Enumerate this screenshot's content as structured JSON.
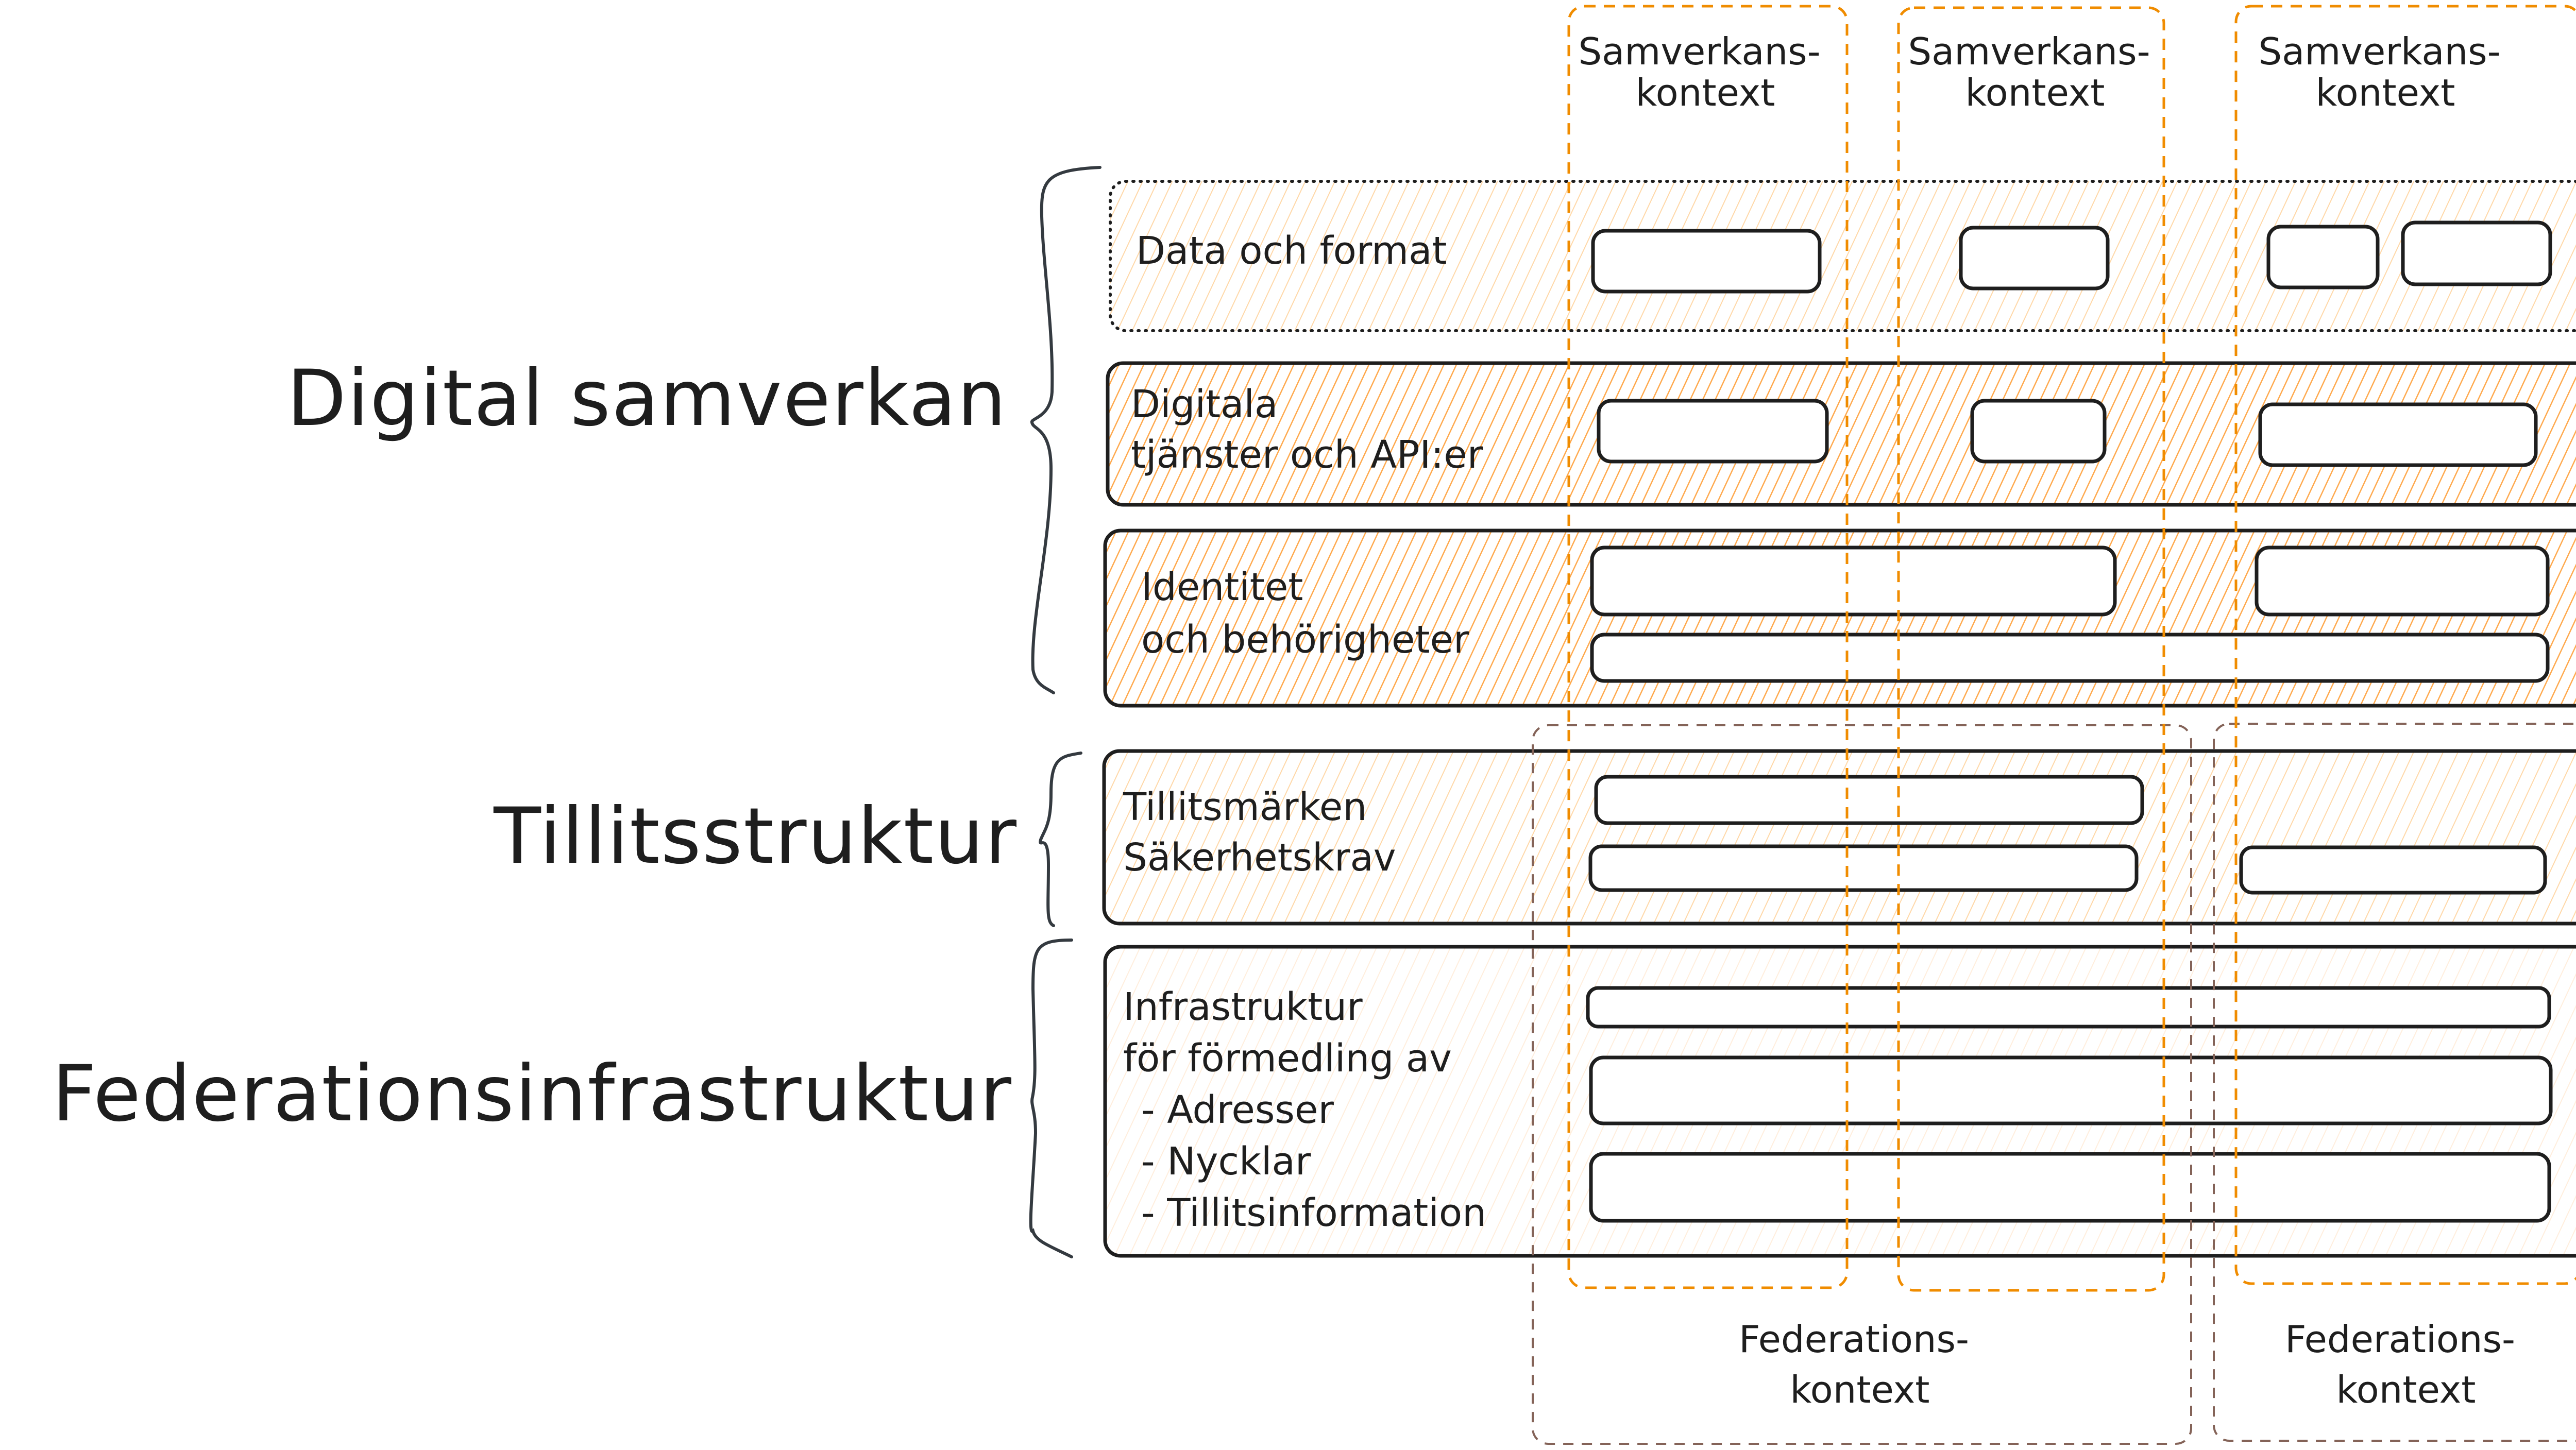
{
  "diagram": {
    "groups": [
      {
        "label": "Digital samverkan"
      },
      {
        "label": "Tillitsstruktur"
      },
      {
        "label": "Federationsinfrastruktur"
      }
    ],
    "rows": [
      {
        "lines": [
          "Data och format"
        ]
      },
      {
        "lines": [
          "Digitala",
          "tjänster och API:er"
        ]
      },
      {
        "lines": [
          "Identitet",
          "och behörigheter"
        ]
      },
      {
        "lines": [
          "Tillitsmärken",
          "Säkerhetskrav"
        ]
      },
      {
        "lines": [
          "Infrastruktur",
          "för förmedling av",
          "- Adresser",
          "- Nycklar",
          "- Tillitsinformation"
        ]
      }
    ],
    "samverkanskontext": [
      {
        "lines": [
          "Samverkans-",
          "kontext"
        ]
      },
      {
        "lines": [
          "Samverkans-",
          "kontext"
        ]
      },
      {
        "lines": [
          "Samverkans-",
          "kontext"
        ]
      }
    ],
    "federationskontext": [
      {
        "lines": [
          "Federations-",
          "kontext"
        ]
      },
      {
        "lines": [
          "Federations-",
          "kontext"
        ]
      }
    ]
  },
  "colors": {
    "samverkanskontext_stroke": "#f08c00",
    "federationskontext_stroke": "#846358",
    "hatch_fill": "#ffa94d",
    "ink": "#1e1e1e"
  }
}
